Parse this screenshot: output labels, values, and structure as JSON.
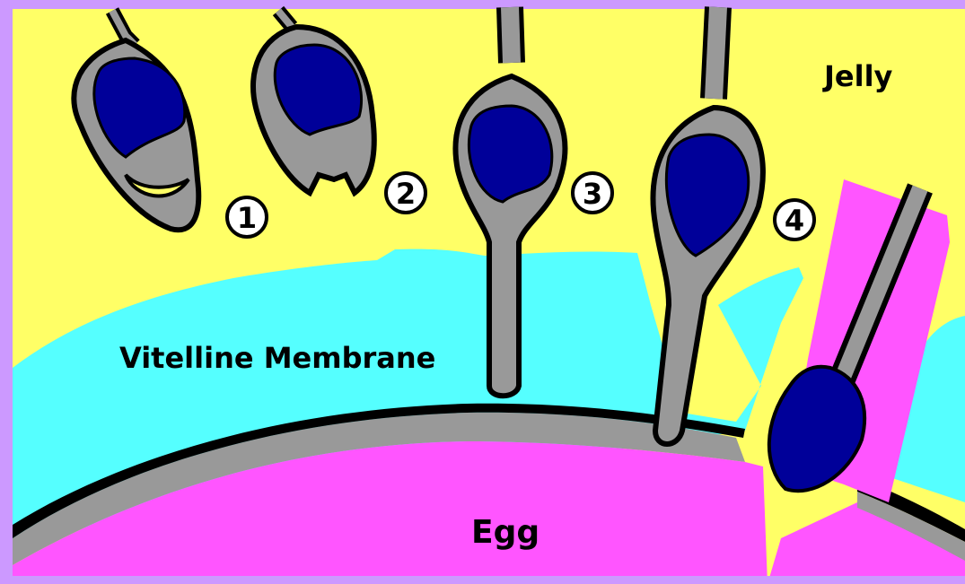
{
  "labels": {
    "jelly": "Jelly",
    "vitelline": "Vitelline Membrane",
    "egg": "Egg"
  },
  "stages": [
    {
      "number": "1"
    },
    {
      "number": "2"
    },
    {
      "number": "3"
    },
    {
      "number": "4"
    }
  ],
  "colors": {
    "frame": "#cc99ff",
    "jelly": "#ffff66",
    "vitelline": "#55ffff",
    "egg": "#ff55ff",
    "sperm_body": "#999999",
    "nucleus": "#000099",
    "outline": "#000000"
  }
}
